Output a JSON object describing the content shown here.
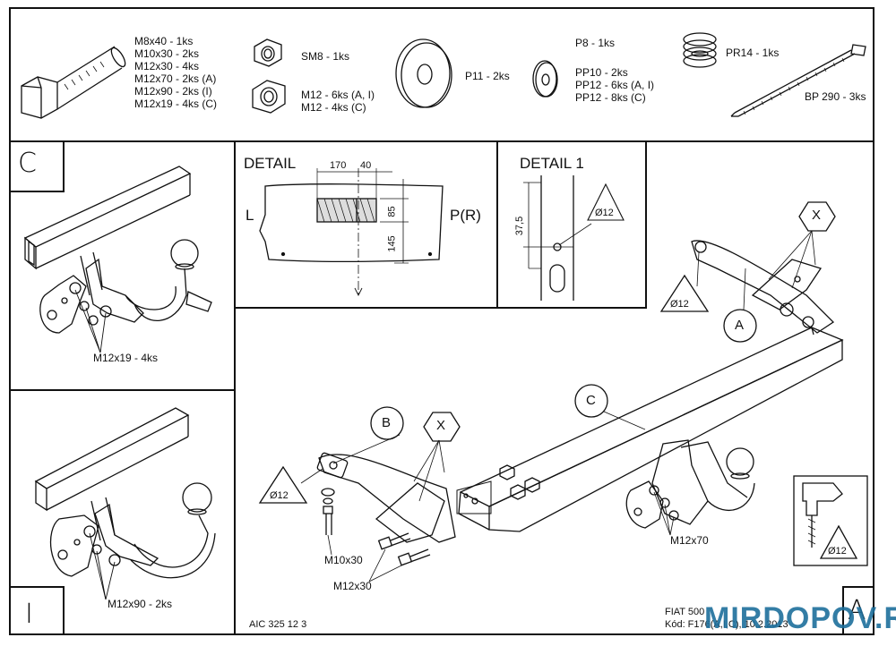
{
  "parts_list": {
    "bolt_specs": [
      "M8x40 - 1ks",
      "M10x30 - 2ks",
      "M12x30 - 4ks",
      "M12x70 - 2ks (A)",
      "M12x90 - 2ks (I)",
      "M12x19 - 4ks (C)"
    ],
    "nut_sm8": "SM8 - 1ks",
    "nut_m12": [
      "M12 - 6ks (A, I)",
      "M12 - 4ks (C)"
    ],
    "washer_p11": "P11 - 2ks",
    "washer_p8": "P8 - 1ks",
    "washer_pp": [
      "PP10 - 2ks",
      "PP12 - 6ks (A, I)",
      "PP12 - 8ks (C)"
    ],
    "spring_pr14": "PR14 - 1ks",
    "tie_bp290": "BP 290 - 3ks"
  },
  "variant_c": {
    "letter": "C",
    "bolt_label": "M12x19 - 4ks"
  },
  "variant_i": {
    "letter": "I",
    "bolt_label": "M12x90 - 2ks"
  },
  "detail": {
    "title": "DETAIL",
    "dim_170": "170",
    "dim_40": "40",
    "dim_85": "85",
    "dim_145": "145",
    "left_label": "L",
    "right_label": "P(R)"
  },
  "detail1": {
    "title": "DETAIL 1",
    "dim_37_5": "37,5",
    "hole": "Ø12"
  },
  "main": {
    "hole_a": "Ø12",
    "hole_b": "Ø12",
    "callout_a": "A",
    "callout_b": "B",
    "callout_c": "C",
    "callout_x1": "X",
    "callout_x2": "X",
    "m12x70": "M12x70",
    "m10x30": "M10x30",
    "m12x30": "M12x30",
    "drill_hole": "Ø12"
  },
  "footer": {
    "code": "AIC 325 12 3",
    "vehicle": "FIAT 500",
    "kod": "Kód: F176(A,I,C), 10.2.2013",
    "letter": "A",
    "watermark": "MIRDOPOV.RU"
  }
}
